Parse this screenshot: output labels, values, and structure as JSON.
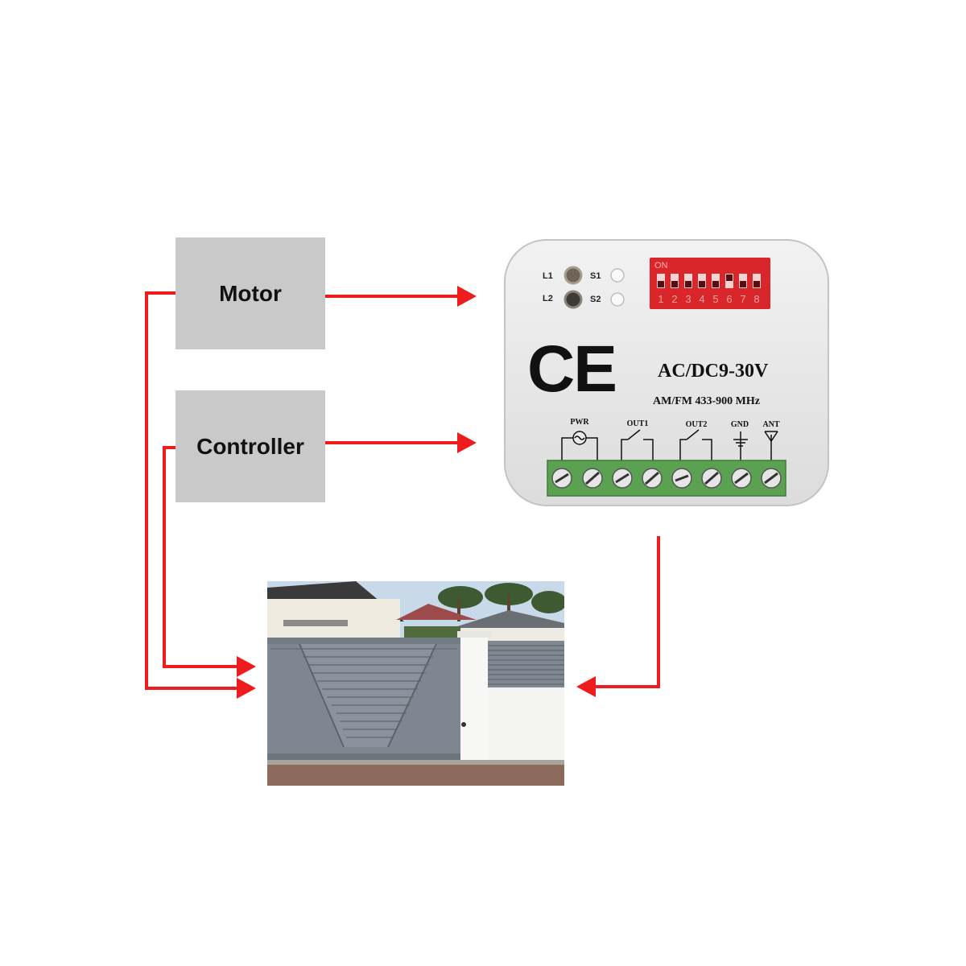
{
  "colors": {
    "arrow": "#ee1c1c",
    "box_fill": "#c9c9c9",
    "module_body": "#e8e8e8",
    "dip_switch": "#d8262a",
    "terminal_block": "#5aa152"
  },
  "boxes": {
    "motor_label": "Motor",
    "controller_label": "Controller"
  },
  "receiver": {
    "led_1": "L1",
    "led_2": "L2",
    "switch_1": "S1",
    "switch_2": "S2",
    "dip_on": "ON",
    "dip_numbers": [
      "1",
      "2",
      "3",
      "4",
      "5",
      "6",
      "7",
      "8"
    ],
    "ce_mark": "CE",
    "voltage": "AC/DC9-30V",
    "frequency": "AM/FM 433-900 MHz",
    "terminal_labels": {
      "pwr": "PWR",
      "out1": "OUT1",
      "out2": "OUT2",
      "gnd": "GND",
      "ant": "ANT"
    }
  },
  "icons": [
    "ce-mark-icon",
    "relay-switch-icon",
    "ground-icon",
    "antenna-icon",
    "screw-terminal-icon"
  ]
}
